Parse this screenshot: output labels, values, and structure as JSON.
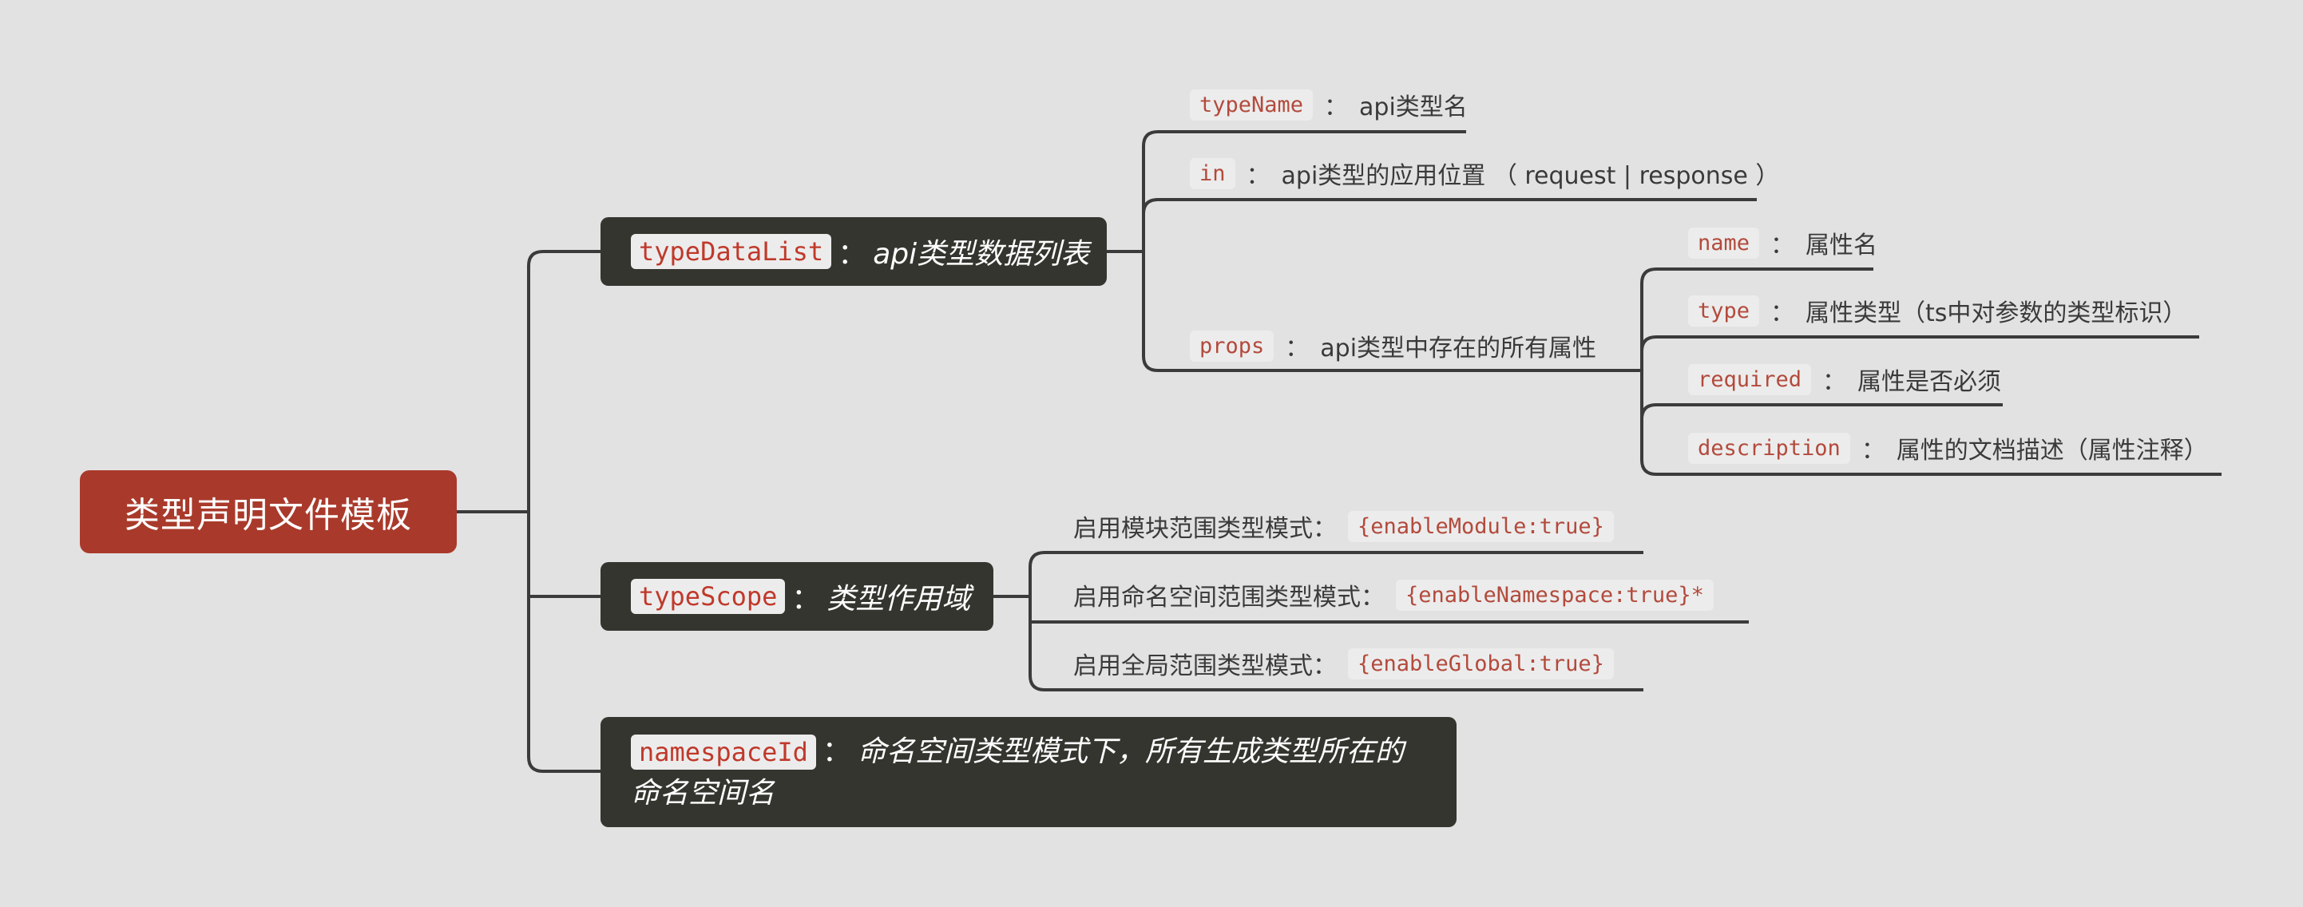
{
  "root": {
    "label": "类型声明文件模板"
  },
  "separator": "：",
  "branches": {
    "typeDataList": {
      "code": "typeDataList",
      "desc": "api类型数据列表",
      "children": {
        "typeName": {
          "code": "typeName",
          "text": "api类型名"
        },
        "in": {
          "code": "in",
          "text": "api类型的应用位置 （ request | response ）"
        },
        "props": {
          "code": "props",
          "text": "api类型中存在的所有属性",
          "children": {
            "name": {
              "code": "name",
              "text": "属性名"
            },
            "type": {
              "code": "type",
              "text": "属性类型（ts中对参数的类型标识）"
            },
            "required": {
              "code": "required",
              "text": "属性是否必须"
            },
            "description": {
              "code": "description",
              "text": "属性的文档描述（属性注释）"
            }
          }
        }
      }
    },
    "typeScope": {
      "code": "typeScope",
      "desc": "类型作用域",
      "children": {
        "module": {
          "text": "启用模块范围类型模式：",
          "code": "{enableModule:true}"
        },
        "namespace": {
          "text": "启用命名空间范围类型模式：",
          "code": "{enableNamespace:true}*"
        },
        "global": {
          "text": "启用全局范围类型模式：",
          "code": "{enableGlobal:true}"
        }
      }
    },
    "namespaceId": {
      "code": "namespaceId",
      "desc": "命名空间类型模式下，所有生成类型所在的命名空间名"
    }
  },
  "colors": {
    "background": "#e2e2e2",
    "root": "#a93a2b",
    "branch": "#353530",
    "code_text": "#c0392b",
    "connector": "#3b3b3b"
  }
}
